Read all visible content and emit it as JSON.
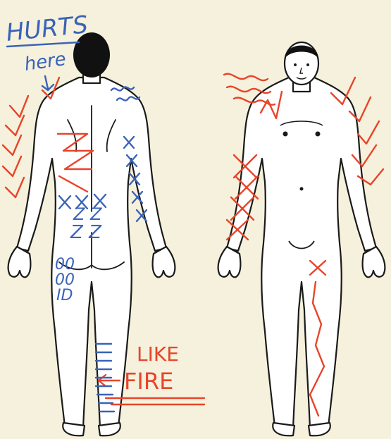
{
  "annotations": {
    "hurts_word": "HURTS",
    "here_word": "here",
    "like_word": "LIKE",
    "fire_word": "FIRE",
    "zz_top": "Z Z",
    "zz_bottom": "Z Z",
    "oo_1": "00",
    "oo_2": "00",
    "oo_3": "ID"
  },
  "colors": {
    "background": "#f5f1dc",
    "body_fill": "#ffffff",
    "outline": "#1a1a1a",
    "hair": "#111111",
    "pain_red": "#e8442a",
    "pain_blue": "#3a63b8"
  }
}
